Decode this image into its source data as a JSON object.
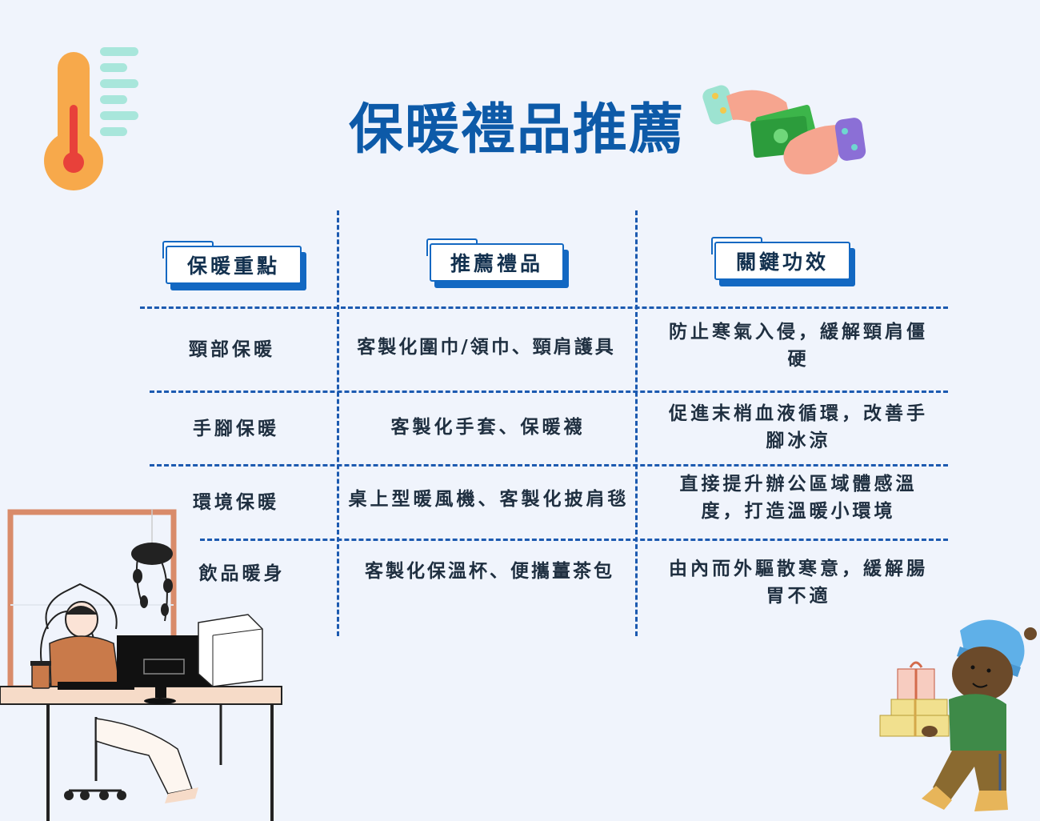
{
  "title": "保暖禮品推薦",
  "headers": [
    "保暖重點",
    "推薦禮品",
    "關鍵功效"
  ],
  "rows": [
    {
      "focus": "頸部保暖",
      "gift": "客製化圍巾/領巾、頸肩護具",
      "effect": "防止寒氣入侵，緩解頸肩僵硬"
    },
    {
      "focus": "手腳保暖",
      "gift": "客製化手套、保暖襪",
      "effect": "促進末梢血液循環，改善手腳冰涼"
    },
    {
      "focus": "環境保暖",
      "gift": "桌上型暖風機、客製化披肩毯",
      "effect": "直接提升辦公區域體感溫度，打造溫暖小環境"
    },
    {
      "focus": "飲品暖身",
      "gift": "客製化保溫杯、便攜薑茶包",
      "effect": "由內而外驅散寒意，緩解腸胃不適"
    }
  ],
  "colors": {
    "title": "#0d5aa8",
    "accent": "#1368c2",
    "background": "#f0f4fc",
    "text": "#1f2f40"
  },
  "icons": [
    "thermometer-icon",
    "money-hands-icon",
    "office-worker-illustration",
    "boy-with-gifts-illustration"
  ]
}
